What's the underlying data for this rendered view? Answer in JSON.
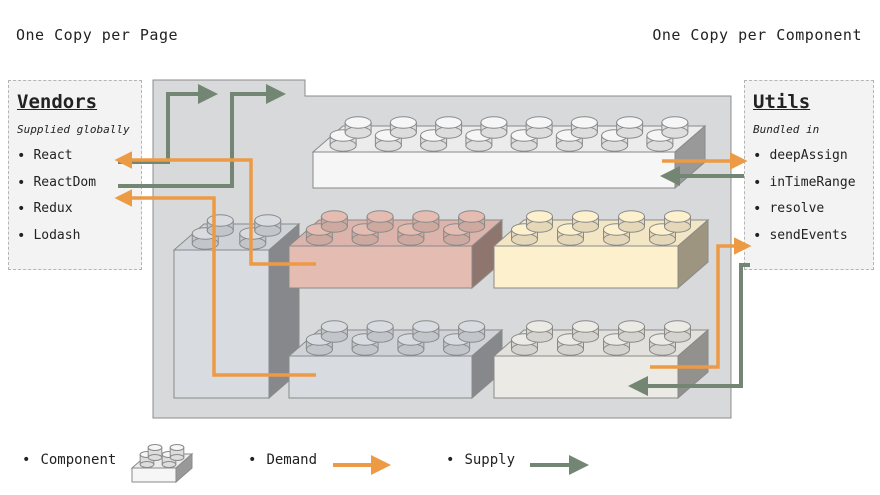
{
  "headers": {
    "left": "One Copy per Page",
    "right": "One Copy per Component"
  },
  "vendors": {
    "title": "Vendors",
    "subtitle": "Supplied globally",
    "items": [
      "React",
      "ReactDom",
      "Redux",
      "Lodash"
    ]
  },
  "utils": {
    "title": "Utils",
    "subtitle": "Bundled in",
    "items": [
      "deepAssign",
      "inTimeRange",
      "resolve",
      "sendEvents"
    ]
  },
  "legend": {
    "component": "Component",
    "demand": "Demand",
    "supply": "Supply"
  },
  "colors": {
    "demand": "#ed9a45",
    "supply": "#738573",
    "container": "#d7d9da",
    "brick_white": "#f6f6f6",
    "brick_red": "#e5bcb2",
    "brick_yellow": "#fdf0cd",
    "brick_gray": "#d8dce1",
    "brick_light": "#eceae4"
  }
}
